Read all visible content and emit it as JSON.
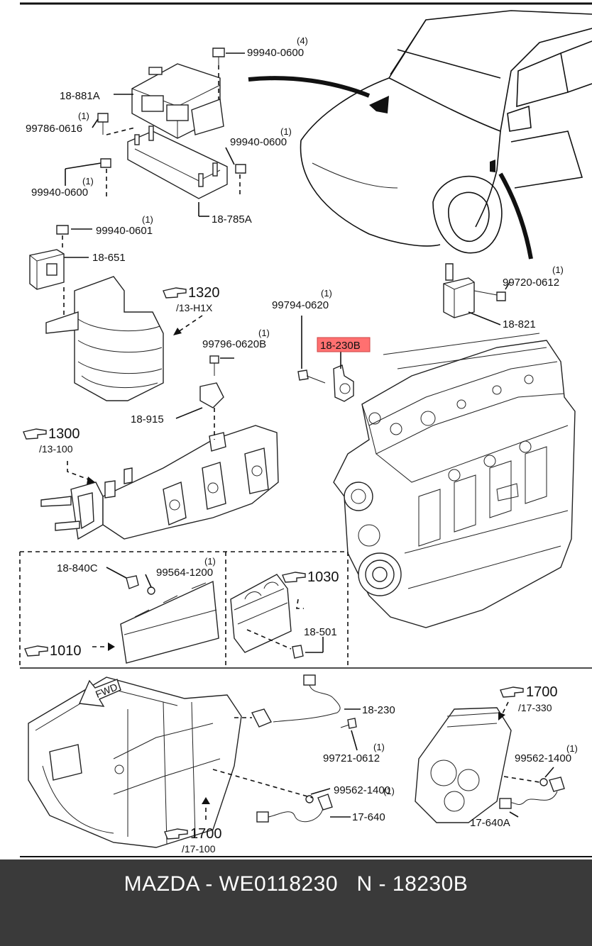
{
  "callouts": {
    "c_99940_0600_top": {
      "part": "99940-0600",
      "qty": "(4)"
    },
    "c_18_881a": {
      "part": "18-881A"
    },
    "c_99786_0616": {
      "part": "99786-0616",
      "qty": "(1)"
    },
    "c_99940_0600_right": {
      "part": "99940-0600",
      "qty": "(1)"
    },
    "c_99940_0600_left": {
      "part": "99940-0600",
      "qty": "(1)"
    },
    "c_18_785a": {
      "part": "18-785A"
    },
    "c_99940_0601": {
      "part": "99940-0601",
      "qty": "(1)"
    },
    "c_18_651": {
      "part": "18-651"
    },
    "c_99720_0612": {
      "part": "99720-0612",
      "qty": "(1)"
    },
    "c_18_821": {
      "part": "18-821"
    },
    "c_99794_0620": {
      "part": "99794-0620",
      "qty": "(1)"
    },
    "c_18_230b": {
      "part": "18-230B"
    },
    "c_99796_0620b": {
      "part": "99796-0620B",
      "qty": "(1)"
    },
    "c_18_915": {
      "part": "18-915"
    },
    "c_18_840c": {
      "part": "18-840C"
    },
    "c_99564_1200": {
      "part": "99564-1200",
      "qty": "(1)"
    },
    "c_18_501": {
      "part": "18-501"
    },
    "c_18_230": {
      "part": "18-230"
    },
    "c_99721_0612": {
      "part": "99721-0612",
      "qty": "(1)"
    },
    "c_99562_1400_left": {
      "part": "99562-1400",
      "qty": "(1)"
    },
    "c_17_640": {
      "part": "17-640"
    },
    "c_99562_1400_right": {
      "part": "99562-1400",
      "qty": "(1)"
    },
    "c_17_640a": {
      "part": "17-640A"
    }
  },
  "refs": {
    "r_1320": {
      "num": "1320",
      "sub": "/13-H1X"
    },
    "r_1300": {
      "num": "1300",
      "sub": "/13-100"
    },
    "r_1030": {
      "num": "1030"
    },
    "r_1010": {
      "num": "1010"
    },
    "r_1700_right": {
      "num": "1700",
      "sub": "/17-330"
    },
    "r_1700_bottom": {
      "num": "1700",
      "sub": "/17-100"
    }
  },
  "fwd_label": "FWD",
  "highlight_color": "#ff7070",
  "footer": {
    "text": "MAZDA - WE0118230   N - 18230B"
  }
}
